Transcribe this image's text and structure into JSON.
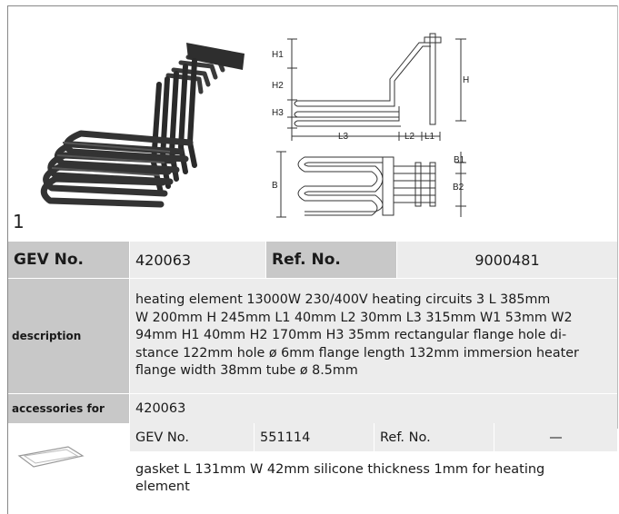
{
  "figure": {
    "number": "1"
  },
  "drawing_labels": {
    "h1": "H1",
    "h2": "H2",
    "h3": "H3",
    "h": "H",
    "l3": "L3",
    "l2": "L2",
    "l1": "L1",
    "b": "B",
    "b1": "B1",
    "b2": "B2"
  },
  "main_row": {
    "gev_label": "GEV No.",
    "gev_value": "420063",
    "ref_label": "Ref. No.",
    "ref_value": "9000481"
  },
  "description": {
    "label": "description",
    "lines": [
      "heating element  13000W 230/400V heating circuits 3 L 385mm",
      "W 200mm H 245mm L1 40mm L2 30mm L3 315mm W1 53mm W2",
      "94mm H1 40mm H2 170mm H3 35mm rectangular flange hole di-",
      "stance 122mm hole ø 6mm flange length 132mm immersion heater",
      "flange width 38mm tube ø 8.5mm"
    ]
  },
  "accessories": {
    "label": "accessories for",
    "value": "420063"
  },
  "accessory_item": {
    "gev_label": "GEV No.",
    "gev_value": "551114",
    "ref_label": "Ref. No.",
    "ref_value": "—",
    "description_lines": [
      "gasket  L 131mm W 42mm silicone thickness 1mm for heating",
      "element"
    ]
  }
}
